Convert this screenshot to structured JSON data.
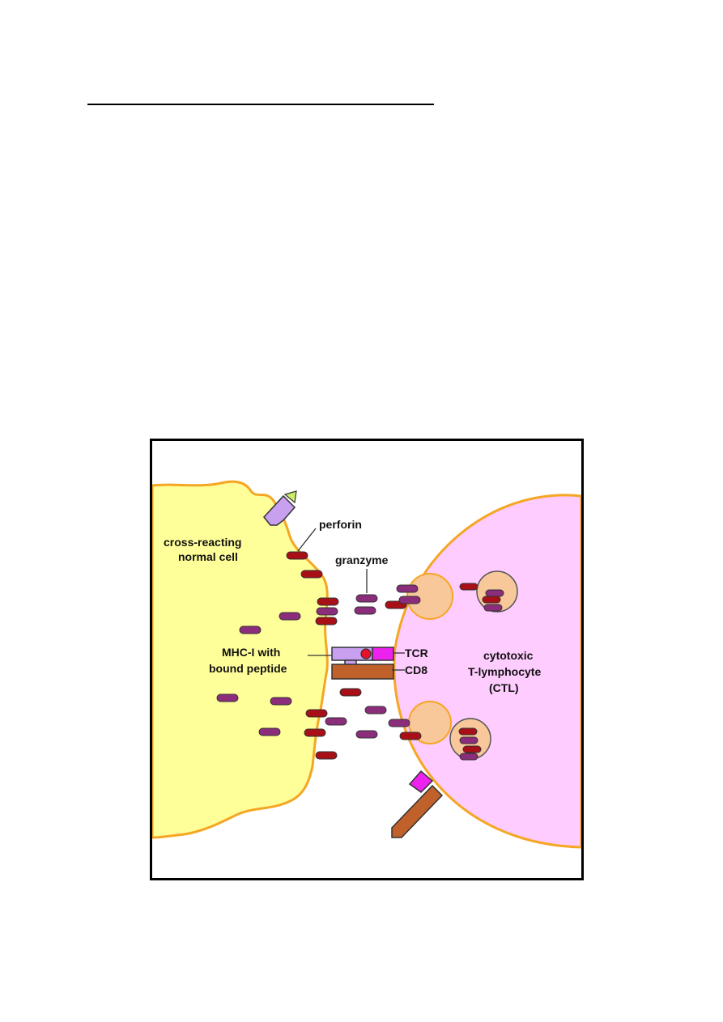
{
  "figure": {
    "labels": {
      "normal_cell_line1": "cross-reacting",
      "normal_cell_line2": "normal cell",
      "perforin": "perforin",
      "granzyme": "granzyme",
      "mhc_line1": "MHC-I with",
      "mhc_line2": "bound peptide",
      "tcr": "TCR",
      "cd8": "CD8",
      "ctl_line1": "cytotoxic",
      "ctl_line2": "T-lymphocyte",
      "ctl_line3": "(CTL)"
    },
    "colors": {
      "normal_cell_fill": "#ffff99",
      "ctl_fill": "#ffccff",
      "membrane": "#f5a623",
      "perforin": "#a80f16",
      "granzyme": "#8b2d7a",
      "granule_fill": "#f8c89a",
      "mhc": "#c9a0ef",
      "tcr": "#ee22ee",
      "cd8": "#c0602a",
      "peptide": "#e8102a",
      "antigen": "#ccee66"
    }
  }
}
